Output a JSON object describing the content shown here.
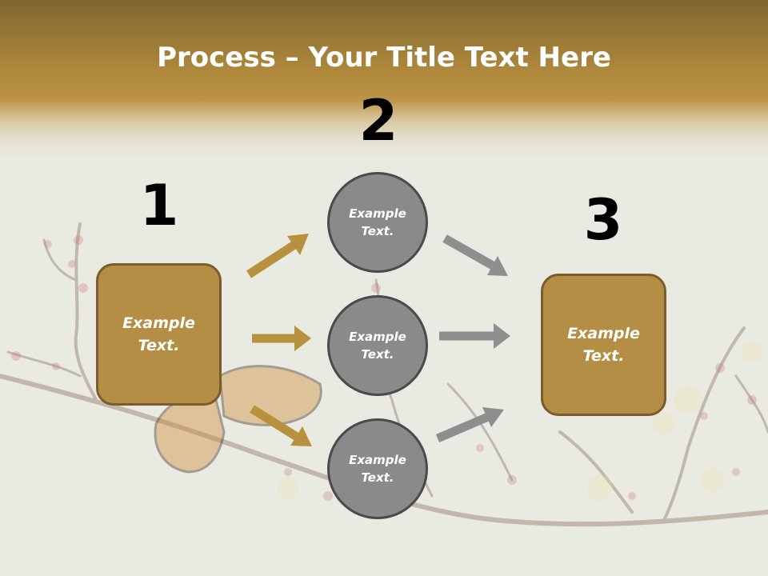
{
  "title": {
    "bold": "Process",
    "rest": " – Your Title Text Here"
  },
  "steps": [
    {
      "number": "1",
      "text": "Example\nText."
    },
    {
      "number": "2",
      "text": ""
    },
    {
      "number": "3",
      "text": "Example\nText."
    }
  ],
  "circles": [
    {
      "text": "Example\nText."
    },
    {
      "text": "Example\nText."
    },
    {
      "text": "Example\nText."
    }
  ],
  "colors": {
    "box_fill": "#b48e45",
    "box_border": "#7a5d28",
    "circle_fill": "#8a8a8a",
    "circle_border": "#4a4a4a",
    "gold_arrow": "#b8913f",
    "gray_arrow": "#8e8e8e"
  }
}
